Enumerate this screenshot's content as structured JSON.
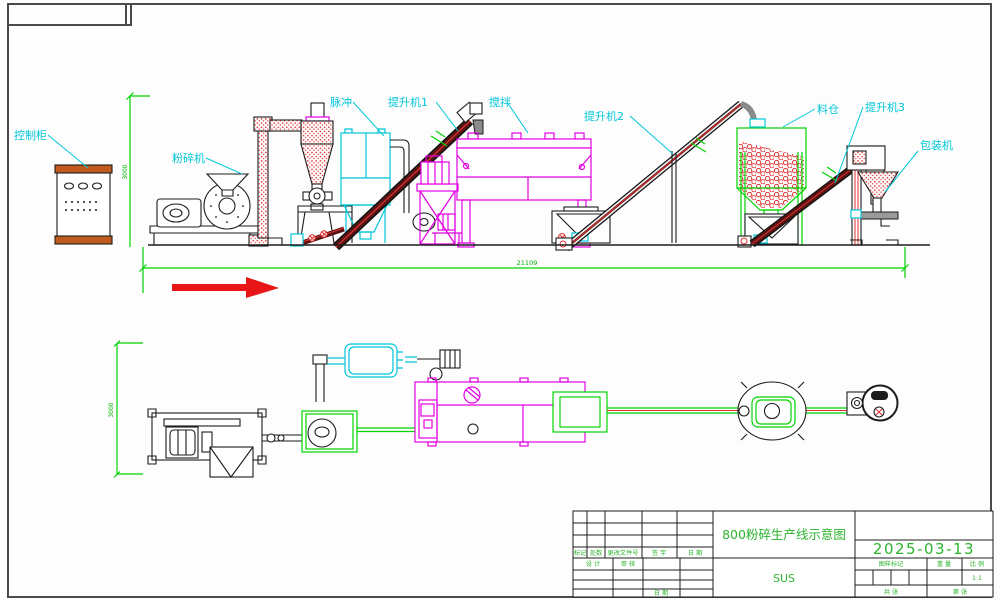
{
  "labels": {
    "control_cabinet": "控制柜",
    "crusher": "粉碎机",
    "pulse": "脉冲",
    "elevator1": "提升机1",
    "mixer": "搅拌",
    "elevator2": "提升机2",
    "silo": "料仓",
    "elevator3": "提升机3",
    "packing": "包装机"
  },
  "dimensions": {
    "line_height": "3000",
    "total_length": "21109",
    "plan_depth": "3000"
  },
  "title_block": {
    "title": "800粉碎生产线示意图",
    "material": "SUS",
    "date": "2025-03-13",
    "rev_headers": [
      "标记",
      "处数",
      "更改文件号",
      "签 字",
      "日 期"
    ],
    "design_label": "设 计",
    "check_label": "审 核",
    "date_row_label": "日 期",
    "mark_label": "图样标记",
    "weight_label": "重 量",
    "scale_label": "比 例",
    "scale_value": "1:1",
    "sheets_total_label": "共  张",
    "sheet_number_label": "第  张"
  },
  "colors": {
    "line_black": "#1c1c1c",
    "cyan": "#00c6d8",
    "magenta": "#e400e4",
    "green": "#00d400",
    "red": "#e03030",
    "maroon": "#5a1414",
    "orange": "#c05a1e",
    "title_green": "#2db32d"
  }
}
